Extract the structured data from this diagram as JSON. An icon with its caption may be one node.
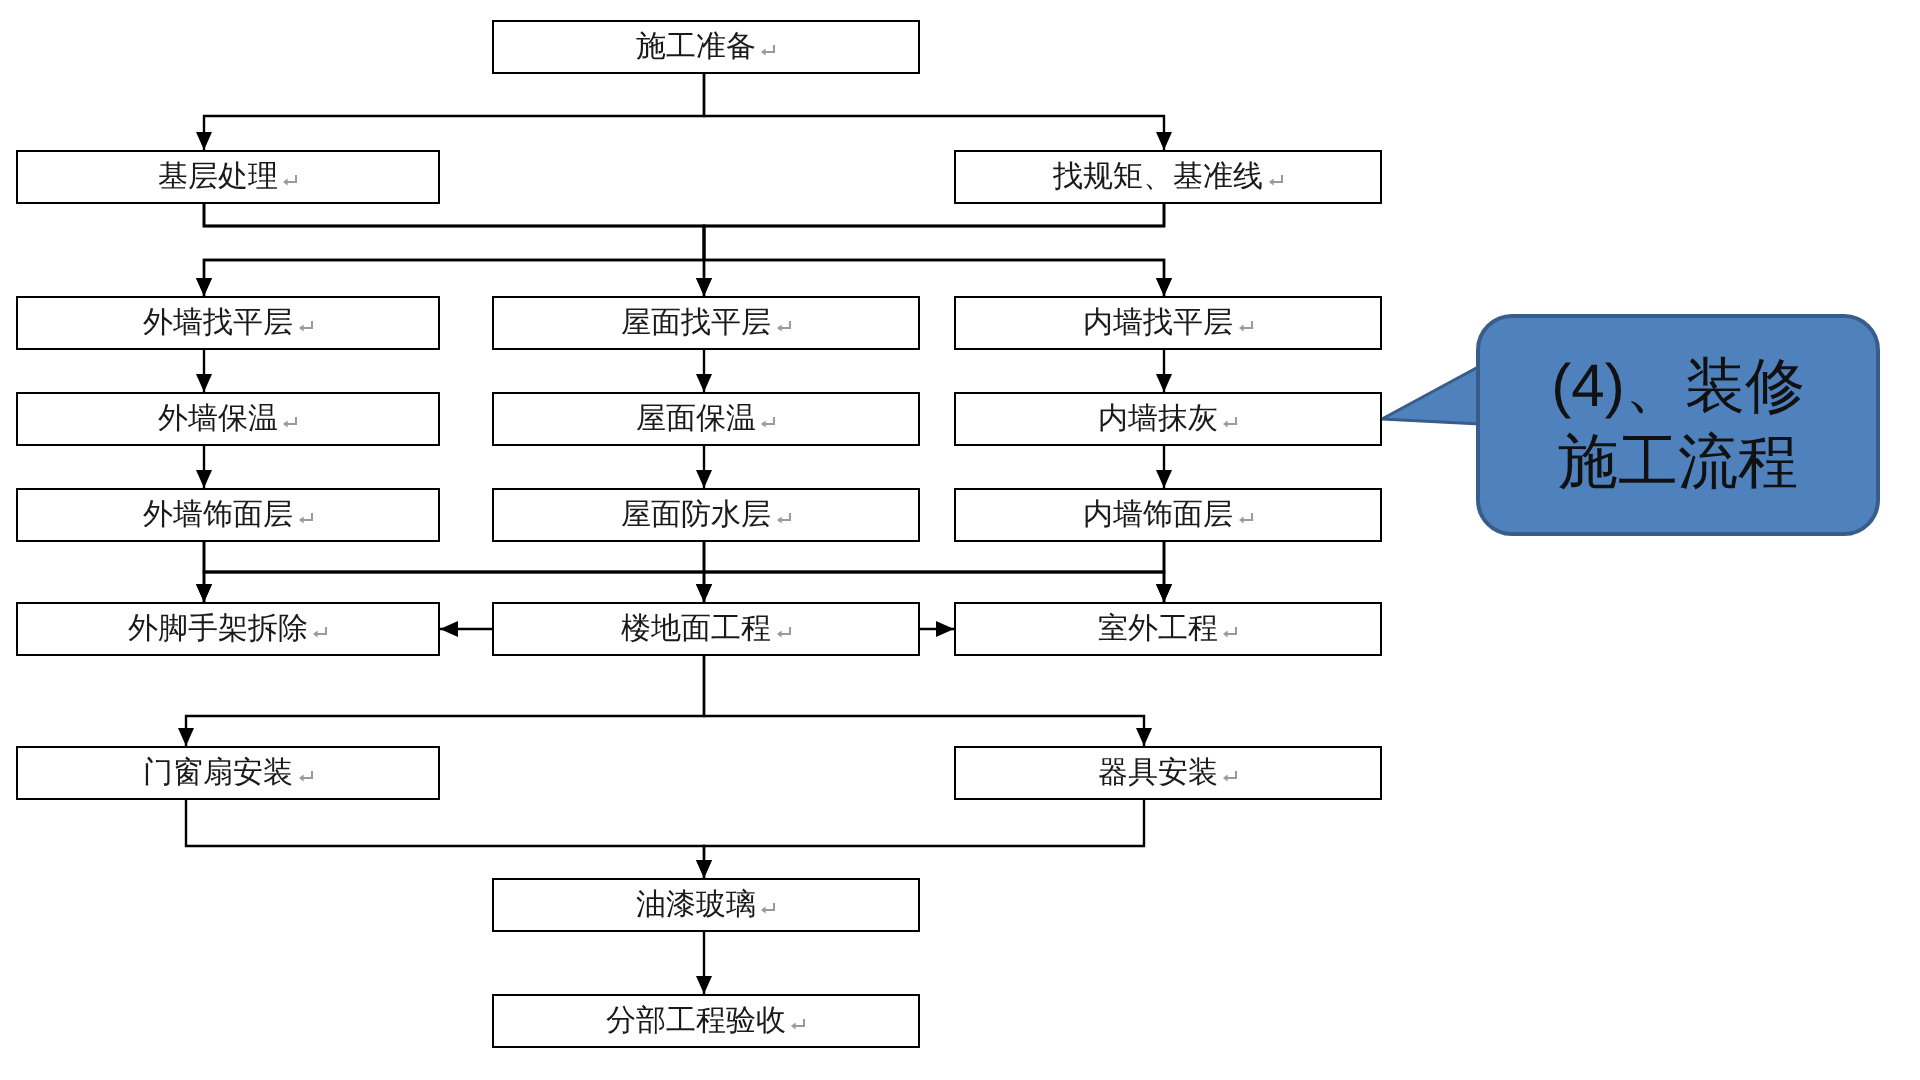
{
  "diagram": {
    "nodes": [
      {
        "text": [
          "施工准备"
        ]
      },
      {
        "text": [
          "基层处理"
        ]
      },
      {
        "text": [
          "找规矩、基准线"
        ]
      },
      {
        "text": [
          "外墙找平层"
        ]
      },
      {
        "text": [
          "屋面找平层"
        ]
      },
      {
        "text": [
          "内墙找平层"
        ]
      },
      {
        "text": [
          "外墙保温"
        ]
      },
      {
        "text": [
          "屋面保温"
        ]
      },
      {
        "text": [
          "内墙抹灰"
        ]
      },
      {
        "text": [
          "外墙饰面层"
        ]
      },
      {
        "text": [
          "屋面防水层"
        ]
      },
      {
        "text": [
          "内墙饰面层"
        ]
      },
      {
        "text": [
          "外脚手架拆除"
        ]
      },
      {
        "text": [
          "楼地面工程"
        ]
      },
      {
        "text": [
          "室外工程"
        ]
      },
      {
        "text": [
          "门窗扇安装"
        ]
      },
      {
        "text": [
          "器具安装"
        ]
      },
      {
        "text": [
          "油漆玻璃"
        ]
      },
      {
        "text": [
          "分部工程验收"
        ]
      },
      {
        "text": [
          "(4)、装修施工流程"
        ]
      }
    ],
    "edges": [
      {
        "from": 0,
        "to": 1,
        "arrow": "to"
      },
      {
        "from": 0,
        "to": 2,
        "arrow": "to"
      },
      {
        "from": 1,
        "to": 3,
        "arrow": "to"
      },
      {
        "from": 1,
        "to": 4,
        "arrow": "to"
      },
      {
        "from": 1,
        "to": 5,
        "arrow": "to"
      },
      {
        "from": 2,
        "to": 3,
        "arrow": "to"
      },
      {
        "from": 2,
        "to": 4,
        "arrow": "to"
      },
      {
        "from": 2,
        "to": 5,
        "arrow": "to"
      },
      {
        "from": 3,
        "to": 6,
        "arrow": "to"
      },
      {
        "from": 4,
        "to": 7,
        "arrow": "to"
      },
      {
        "from": 5,
        "to": 8,
        "arrow": "to"
      },
      {
        "from": 6,
        "to": 9,
        "arrow": "to"
      },
      {
        "from": 7,
        "to": 10,
        "arrow": "to"
      },
      {
        "from": 8,
        "to": 11,
        "arrow": "to"
      },
      {
        "from": 9,
        "to": 12,
        "arrow": "to"
      },
      {
        "from": 9,
        "to": 13,
        "arrow": "to"
      },
      {
        "from": 9,
        "to": 14,
        "arrow": "to"
      },
      {
        "from": 10,
        "to": 12,
        "arrow": "to"
      },
      {
        "from": 10,
        "to": 13,
        "arrow": "to"
      },
      {
        "from": 10,
        "to": 14,
        "arrow": "to"
      },
      {
        "from": 11,
        "to": 12,
        "arrow": "to"
      },
      {
        "from": 11,
        "to": 13,
        "arrow": "to"
      },
      {
        "from": 11,
        "to": 14,
        "arrow": "to"
      },
      {
        "from": 13,
        "to": 12,
        "arrow": "to"
      },
      {
        "from": 13,
        "to": 14,
        "arrow": "to"
      },
      {
        "from": 13,
        "to": 15,
        "arrow": "to"
      },
      {
        "from": 13,
        "to": 16,
        "arrow": "to"
      },
      {
        "from": 15,
        "to": 17,
        "arrow": "to"
      },
      {
        "from": 16,
        "to": 17,
        "arrow": "to"
      },
      {
        "from": 17,
        "to": 18,
        "arrow": "to"
      },
      {
        "from": 19,
        "to": 8,
        "arrow": "to",
        "style": "thick",
        "color": "#4f81bd"
      }
    ]
  }
}
